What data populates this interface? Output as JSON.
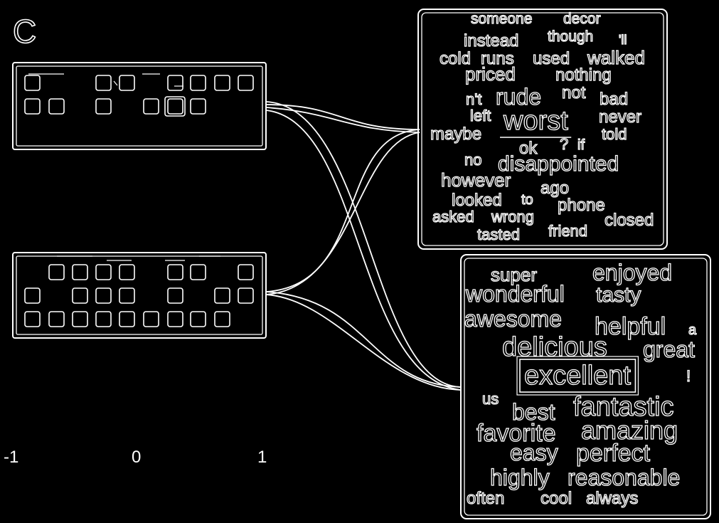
{
  "panel_label": "C",
  "scale": {
    "ticks": [
      "-1",
      "0",
      "1"
    ]
  },
  "cluster_negative": {
    "words": [
      "someone",
      "decor",
      "instead",
      "though",
      "'ll",
      "cold",
      "runs",
      "used",
      "walked",
      "priced",
      "nothing",
      "n't",
      "rude",
      "not",
      "bad",
      "left",
      "worst",
      "never",
      "maybe",
      "told",
      "ok",
      "?",
      "if",
      "no",
      "disappointed",
      "however",
      "ago",
      "looked",
      "to",
      "phone",
      "asked",
      "wrong",
      "closed",
      "tasted",
      "friend"
    ],
    "highlighted": "worst"
  },
  "cluster_positive": {
    "words": [
      "super",
      "enjoyed",
      "wonderful",
      "tasty",
      "awesome",
      "helpful",
      "a",
      "delicious",
      "great",
      "excellent",
      "!",
      "us",
      "best",
      "fantastic",
      "favorite",
      "amazing",
      "easy",
      "perfect",
      "highly",
      "reasonable",
      "often",
      "cool",
      "always"
    ],
    "highlighted": "excellent"
  }
}
